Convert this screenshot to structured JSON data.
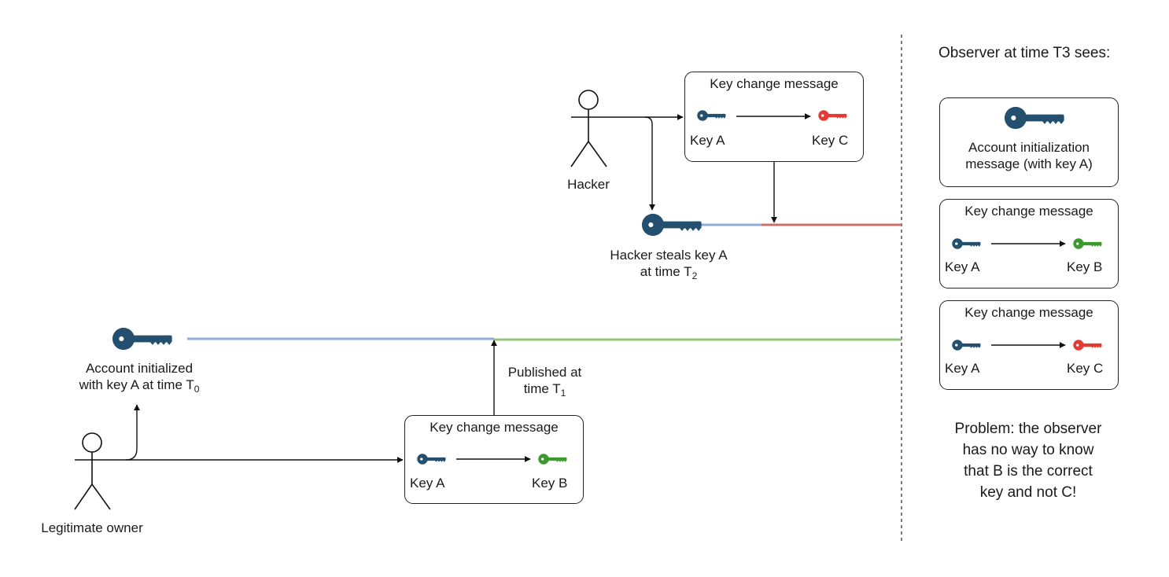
{
  "colors": {
    "key_a": "#24506f",
    "key_b": "#3a9a2b",
    "key_c": "#e53a33",
    "line_a": "#8eadd4",
    "line_b": "#93c47d",
    "line_c": "#c9706b",
    "stroke": "#111111"
  },
  "actors": {
    "hacker": {
      "label": "Hacker"
    },
    "owner": {
      "label": "Legitimate owner"
    }
  },
  "hacker_message": {
    "title": "Key change message",
    "from_label": "Key A",
    "to_label": "Key C"
  },
  "owner_message": {
    "title": "Key change message",
    "from_label": "Key A",
    "to_label": "Key B"
  },
  "steal": {
    "line1": "Hacker steals key A",
    "line2_prefix": "at time T",
    "line2_sub": "2"
  },
  "init": {
    "line1": "Account initialized",
    "line2_prefix": "with key A at time T",
    "line2_sub": "0"
  },
  "published": {
    "line1": "Published at",
    "line2_prefix": "time T",
    "line2_sub": "1"
  },
  "observer": {
    "title": "Observer at time T3 sees:",
    "init_box": {
      "line1": "Account initialization",
      "line2": "message (with key A)"
    },
    "msg_b": {
      "title": "Key change message",
      "from_label": "Key A",
      "to_label": "Key B"
    },
    "msg_c": {
      "title": "Key change message",
      "from_label": "Key A",
      "to_label": "Key C"
    },
    "problem": [
      "Problem: the observer",
      "has no way to know",
      "that B is the correct",
      "key and not C!"
    ]
  }
}
